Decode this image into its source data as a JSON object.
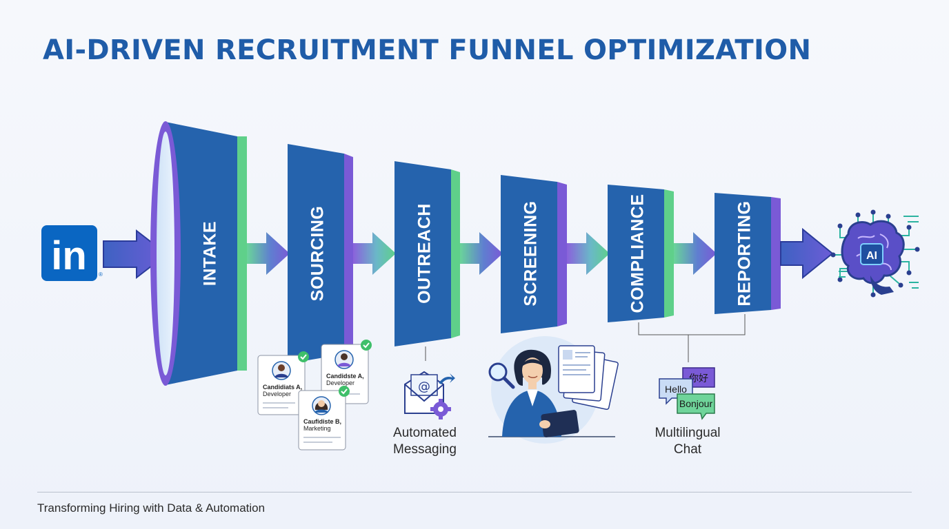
{
  "title": "AI-DRIVEN RECRUITMENT FUNNEL OPTIMIZATION",
  "footer": "Transforming Hiring with Data & Automation",
  "logos": {
    "left": "in",
    "left_mark": "®",
    "right": "AI"
  },
  "stages": [
    {
      "label": "INTAKE"
    },
    {
      "label": "SOURCING"
    },
    {
      "label": "OUTREACH"
    },
    {
      "label": "SCREENING"
    },
    {
      "label": "COMPLIANCE"
    },
    {
      "label": "REPORTING"
    }
  ],
  "candidates": [
    {
      "name": "Candidiats A,",
      "role": "Developer"
    },
    {
      "name": "Candidste A,",
      "role": "Developer"
    },
    {
      "name": "Caufidiste B,",
      "role": "Marketing"
    }
  ],
  "captions": {
    "outreach_line1": "Automated",
    "outreach_line2": "Messaging",
    "chat_line1": "Multilingual",
    "chat_line2": "Chat"
  },
  "chat_bubbles": {
    "hello": "Hello",
    "chinese": "你好",
    "bonjour": "Bonjour"
  },
  "icons": {
    "linkedin": "linkedin-logo",
    "email": "envelope-at-icon",
    "gear": "gear-icon",
    "magnifier": "magnifier-icon",
    "brain": "ai-brain-icon",
    "check": "checkmark-icon"
  },
  "colors": {
    "title": "#1f5ca8",
    "stage_blue": "#2563ad",
    "accent_green": "#5fd08a",
    "accent_purple": "#7a5ad6",
    "linkedin": "#0a66c2"
  }
}
